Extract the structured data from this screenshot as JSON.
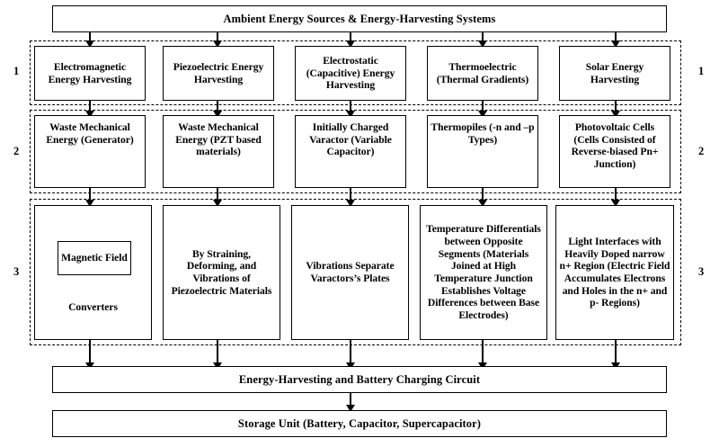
{
  "diagram": {
    "title": "Ambient Energy Sources & Energy-Harvesting Systems",
    "header_label": "Ambient Energy Sources & Energy-Harvesting Systems",
    "row_numbers": [
      "1",
      "2",
      "3"
    ],
    "columns": [
      "Electromagnetic Energy Harvesting",
      "Piezoelectric Energy Harvesting",
      "Electrostatic (Capacitive) Energy Harvesting",
      "Thermoelectric (Thermal Gradients)",
      "Solar Energy Harvesting"
    ],
    "row1": [
      "Electromagnetic Energy Harvesting",
      "Piezoelectric Energy Harvesting",
      "Electrostatic (Capacitive) Energy Harvesting",
      "Thermoelectric (Thermal Gradients)",
      "Solar Energy Harvesting"
    ],
    "row2": [
      "Waste Mechanical Energy (Generator)",
      "Waste Mechanical Energy (PZT based materials)",
      "Initially Charged Varactor (Variable Capacitor)",
      "Thermopiles (-n and –p Types)",
      "Photovoltaic Cells (Cells Consisted of Reverse-biased Pn+ Junction)"
    ],
    "row3": [
      {
        "inner_box": "Magnetic Field",
        "caption": "Converters"
      },
      "By Straining, Deforming, and Vibrations of Piezoelectric Materials",
      "Vibrations Separate Varactors’s Plates",
      "Temperature Differentials between Opposite Segments (Materials Joined at High Temperature Junction Establishes Voltage Differences between Base Electrodes)",
      "Light Interfaces with Heavily Doped narrow n+ Region (Electric Field Accumulates Electrons and Holes in the n+ and p- Regions)"
    ],
    "footer": {
      "circuit": "Energy-Harvesting and Battery Charging Circuit",
      "storage": "Storage Unit (Battery, Capacitor, Supercapacitor)"
    },
    "colors": {
      "line": "#000000",
      "background": "#ffffff"
    }
  }
}
